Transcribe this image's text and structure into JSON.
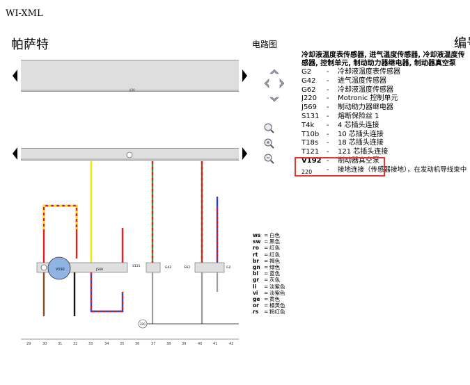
{
  "app": {
    "title": "WI-XML"
  },
  "header": {
    "model": "帕萨特",
    "circuit_label": "电路图",
    "edit_label": "编号"
  },
  "legend": {
    "heading": "冷却液温度表传感器, 进气温度传感器, 冷却液温度传感器, 控制单元, 制动助力器继电器, 制动器真空泵",
    "items": [
      {
        "code": "G2",
        "desc": "冷却液温度表传感器"
      },
      {
        "code": "G42",
        "desc": "进气温度传感器"
      },
      {
        "code": "G62",
        "desc": "冷却液温度传感器"
      },
      {
        "code": "J220",
        "desc": "Motronic 控制单元"
      },
      {
        "code": "J569",
        "desc": "制动助力器继电器"
      },
      {
        "code": "S131",
        "desc": "熔断保险丝 1"
      },
      {
        "code": "T4k",
        "desc": "4 芯插头连接"
      },
      {
        "code": "T10b",
        "desc": "10 芯插头连接"
      },
      {
        "code": "T18s",
        "desc": "18 芯插头连接"
      },
      {
        "code": "T121",
        "desc": "121 芯插头连接"
      },
      {
        "code": "V192",
        "desc": "制动器真空泵"
      },
      {
        "code": "220",
        "desc": "接地连接（传感器接地），在发动机导线束中"
      }
    ]
  },
  "wire_colors": [
    {
      "code": "ws",
      "name": "白色"
    },
    {
      "code": "sw",
      "name": "黑色"
    },
    {
      "code": "ro",
      "name": "红色"
    },
    {
      "code": "rt",
      "name": "红色"
    },
    {
      "code": "br",
      "name": "褐色"
    },
    {
      "code": "gn",
      "name": "绿色"
    },
    {
      "code": "bl",
      "name": "蓝色"
    },
    {
      "code": "gr",
      "name": "灰色"
    },
    {
      "code": "li",
      "name": "淡紫色"
    },
    {
      "code": "vi",
      "name": "淡紫色"
    },
    {
      "code": "ge",
      "name": "黄色"
    },
    {
      "code": "or",
      "name": "橘黄色"
    },
    {
      "code": "rs",
      "name": "粉红色"
    }
  ],
  "diagram": {
    "top_rail_label": "J/30",
    "components": {
      "v192": "V192",
      "j569": "J569",
      "s131": "S131",
      "g42": "G42",
      "g62": "G62",
      "g2": "G2",
      "ground": "220"
    },
    "column_numbers": [
      "29",
      "30",
      "31",
      "32",
      "33",
      "34",
      "35",
      "36",
      "37",
      "38",
      "39",
      "40",
      "41",
      "42"
    ],
    "colors": {
      "red": "#e0201c",
      "yellow": "#f2e600",
      "green": "#2e9a3a",
      "blue": "#2a3fd0",
      "black": "#111111",
      "grey": "#9a9a9a",
      "brown": "#8a4b24",
      "highlight": "#e8342b"
    }
  }
}
